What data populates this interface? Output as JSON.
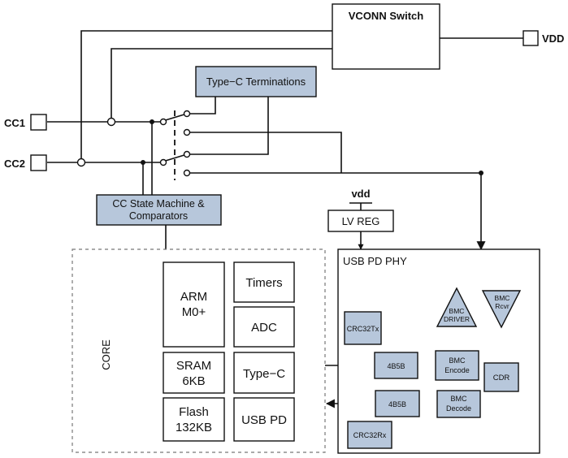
{
  "vconn_switch": {
    "label": "VCONN Switch"
  },
  "pins": {
    "vdd": "VDD",
    "cc1": "CC1",
    "cc2": "CC2"
  },
  "typec_terminations": {
    "label": "Type−C Terminations"
  },
  "cc_state_machine": {
    "line1": "CC State Machine &",
    "line2": "Comparators"
  },
  "supply": {
    "label": "vdd"
  },
  "lv_reg": {
    "label": "LV REG"
  },
  "usb_pd_phy": {
    "title": "USB PD PHY"
  },
  "core": {
    "label": "CORE",
    "blocks": {
      "arm_line1": "ARM",
      "arm_line2": "M0+",
      "timers": "Timers",
      "adc": "ADC",
      "sram_line1": "SRAM",
      "sram_line2": "6KB",
      "typec": "Type−C",
      "flash_line1": "Flash",
      "flash_line2": "132KB",
      "usbpd": "USB PD"
    }
  },
  "phy_blocks": {
    "crc32tx": "CRC32Tx",
    "crc32rx": "CRC32Rx",
    "enc_4b5b": "4B5B",
    "dec_4b5b": "4B5B",
    "bmc_encode_line1": "BMC",
    "bmc_encode_line2": "Encode",
    "bmc_decode_line1": "BMC",
    "bmc_decode_line2": "Decode",
    "bmc_driver_line1": "BMC",
    "bmc_driver_line2": "DRIVER",
    "bmc_rcvr_line1": "BMC",
    "bmc_rcvr_line2": "Rcvr",
    "cdr": "CDR"
  },
  "colors": {
    "block_fill": "#b7c7db",
    "line": "#111111"
  }
}
